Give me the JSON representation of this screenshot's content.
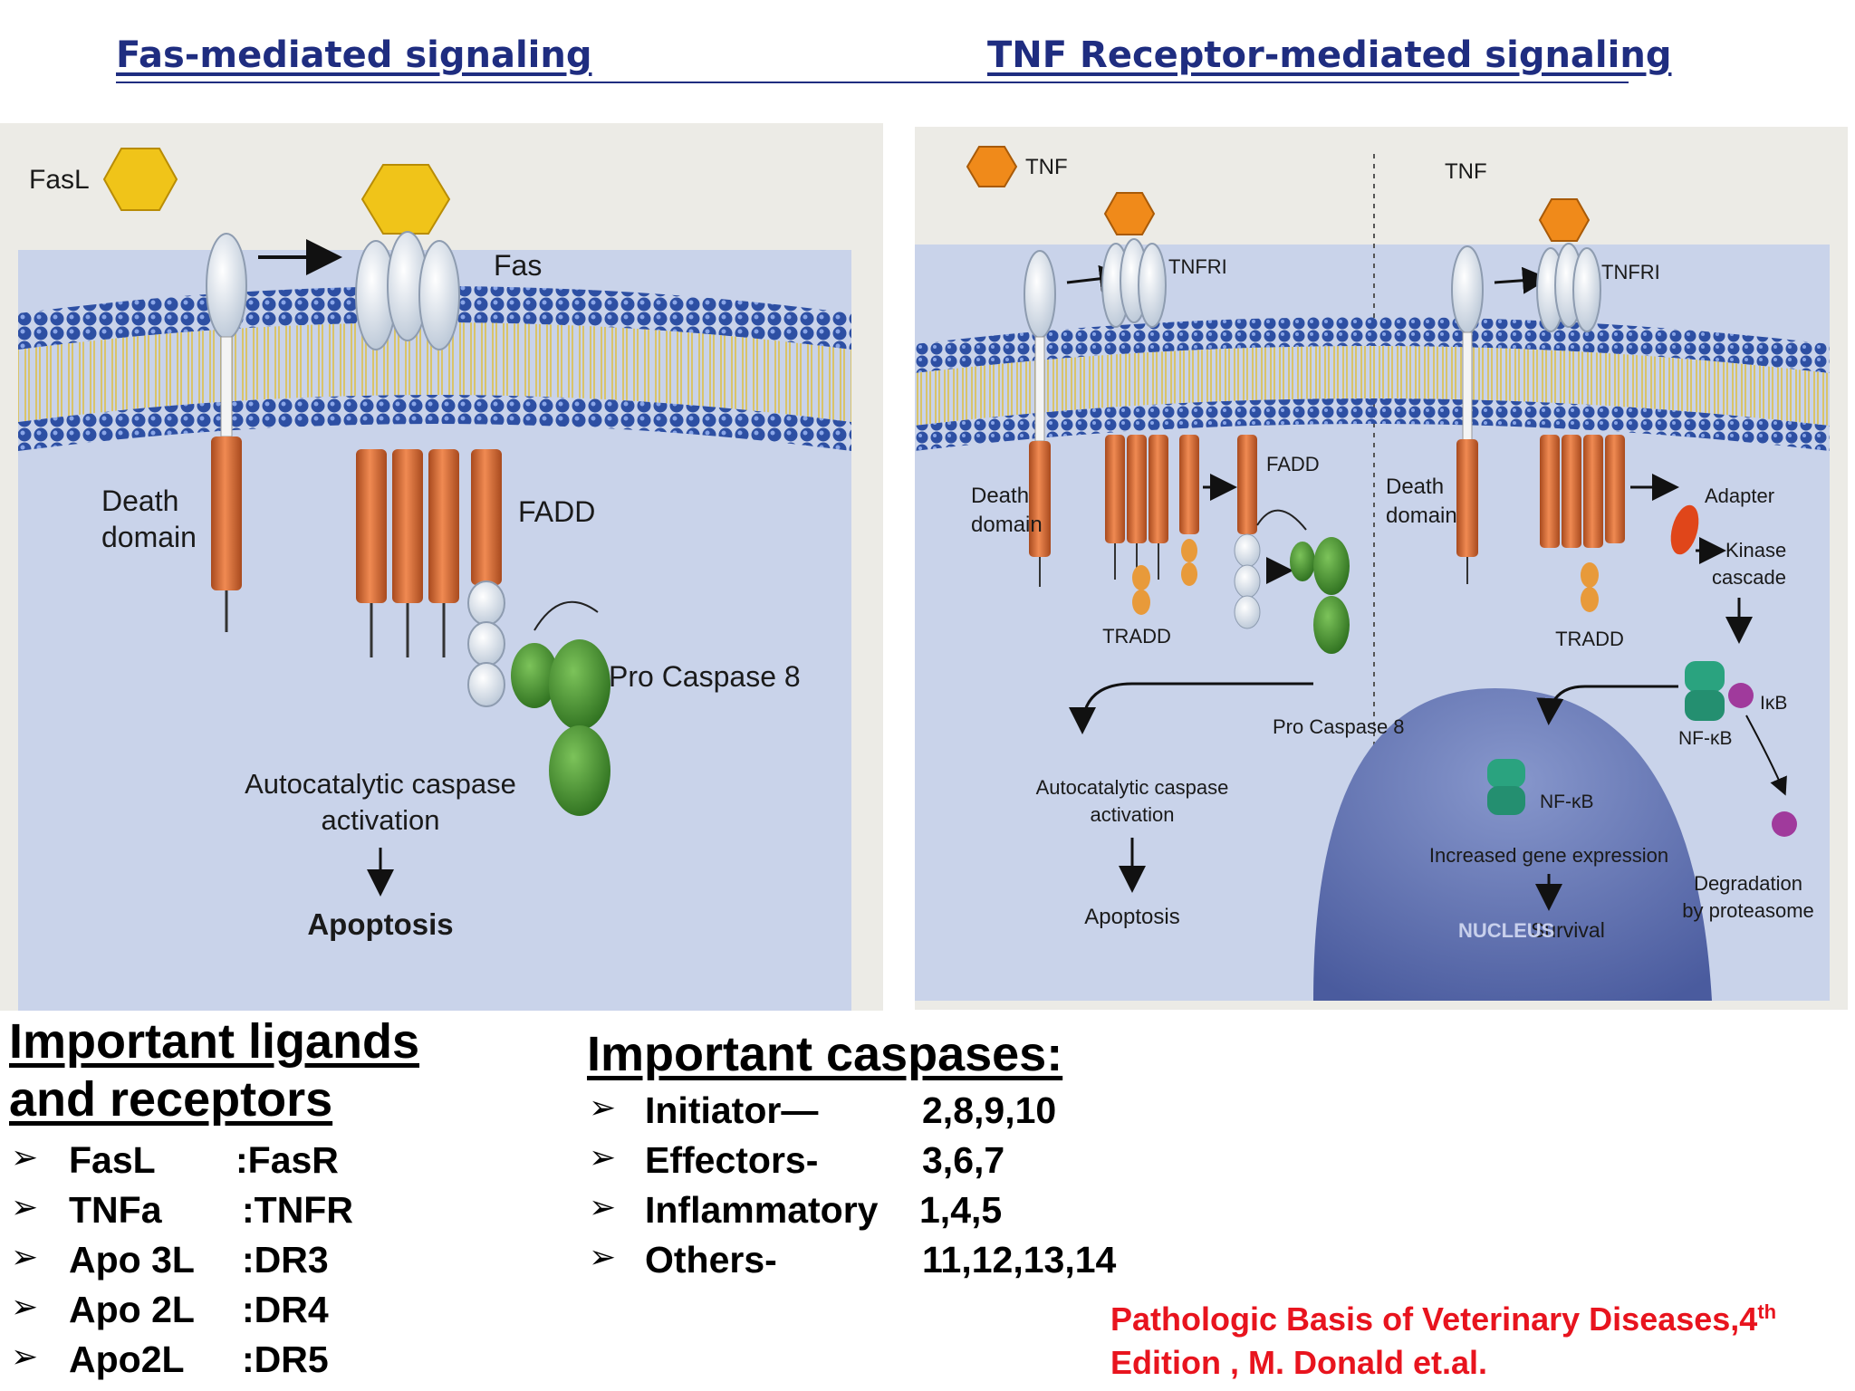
{
  "headers": {
    "fas": "Fas-mediated signaling",
    "tnf": "TNF Receptor-mediated signaling"
  },
  "fas_figure": {
    "fasl": "FasL",
    "fas": "Fas",
    "death_domain_1": "Death",
    "death_domain_2": "domain",
    "fadd": "FADD",
    "pro_caspase": "Pro Caspase 8",
    "autocatalytic_1": "Autocatalytic caspase",
    "autocatalytic_2": "activation",
    "apoptosis": "Apoptosis"
  },
  "tnf_figure": {
    "tnf_left": "TNF",
    "tnfri_left": "TNFRI",
    "fadd": "FADD",
    "death_domain_1": "Death",
    "death_domain_2": "domain",
    "tradd_left": "TRADD",
    "pro_caspase": "Pro Caspase 8",
    "autocatalytic_1": "Autocatalytic caspase",
    "autocatalytic_2": "activation",
    "apoptosis": "Apoptosis",
    "tnf_right": "TNF",
    "tnfri_right": "TNFRI",
    "death_domain_r1": "Death",
    "death_domain_r2": "domain",
    "adapter": "Adapter",
    "kinase_1": "Kinase",
    "kinase_2": "cascade",
    "tradd_right": "TRADD",
    "ikb": "IκB",
    "nfkb_complex": "NF-κB",
    "nfkb_nucleus": "NF-κB",
    "gene_expression": "Increased gene expression",
    "survival": "Survival",
    "nucleus": "NUCLEUS",
    "degradation_1": "Degradation",
    "degradation_2": "by proteasome"
  },
  "ligands": {
    "title_line1": "Important ligands",
    "title_line2": "and receptors",
    "items": [
      {
        "ligand": "FasL",
        "receptor": ":FasR"
      },
      {
        "ligand": "TNFa",
        "receptor": ":TNFR"
      },
      {
        "ligand": "Apo 3L",
        "receptor": ":DR3"
      },
      {
        "ligand": "Apo 2L",
        "receptor": ":DR4"
      },
      {
        "ligand": "Apo2L",
        "receptor": ":DR5"
      }
    ]
  },
  "caspases": {
    "title": "Important caspases:",
    "items": [
      {
        "name": "Initiator—",
        "numbers": "2,8,9,10"
      },
      {
        "name": "Effectors-",
        "numbers": "3,6,7"
      },
      {
        "name": "Inflammatory",
        "numbers": "1,4,5"
      },
      {
        "name": "Others-",
        "numbers": "11,12,13,14"
      }
    ]
  },
  "reference": {
    "line1": "Pathologic Basis of Veterinary Diseases,4",
    "sup": "th",
    "line2": "Edition , M. Donald et.al."
  },
  "colors": {
    "header": "#1f2d80",
    "reference": "#e8141e",
    "ligand": "#f0c419",
    "tnf": "#f08a1a",
    "death_domain": "#d8662e",
    "caspase": "#3f8a2c",
    "nfkb": "#2aa37f",
    "membrane": "#2d4fa3"
  }
}
